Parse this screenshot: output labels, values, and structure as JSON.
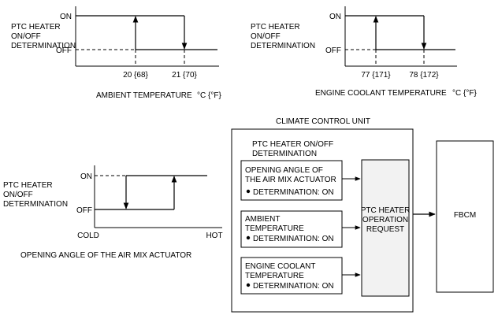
{
  "graph_ambient": {
    "ylabel": [
      "PTC HEATER",
      "ON/OFF",
      "DETERMINATION"
    ],
    "on": "ON",
    "off": "OFF",
    "tick_on": "20 {68}",
    "tick_off": "21 {70}",
    "xlabel": "AMBIENT TEMPERATURE",
    "unit": "°C {°F}"
  },
  "graph_coolant": {
    "ylabel": [
      "PTC HEATER",
      "ON/OFF",
      "DETERMINATION"
    ],
    "on": "ON",
    "off": "OFF",
    "tick_on": "77 {171}",
    "tick_off": "78 {172}",
    "xlabel": "ENGINE COOLANT TEMPERATURE",
    "unit": "°C {°F}"
  },
  "graph_mix": {
    "ylabel": [
      "PTC HEATER",
      "ON/OFF",
      "DETERMINATION"
    ],
    "on": "ON",
    "off": "OFF",
    "x_min": "COLD",
    "x_max": "HOT",
    "xlabel": "OPENING ANGLE OF THE AIR MIX ACTUATOR"
  },
  "ccu": {
    "title": "CLIMATE CONTROL UNIT",
    "section_title": [
      "PTC HEATER ON/OFF",
      "DETERMINATION"
    ],
    "inputs": [
      {
        "lines": [
          "OPENING ANGLE OF",
          "THE AIR MIX ACTUATOR"
        ],
        "det": "DETERMINATION: ON"
      },
      {
        "lines": [
          "AMBIENT",
          "TEMPERATURE"
        ],
        "det": "DETERMINATION: ON"
      },
      {
        "lines": [
          "ENGINE COOLANT",
          "TEMPERATURE"
        ],
        "det": "DETERMINATION: ON"
      }
    ],
    "request": [
      "PTC HEATER",
      "OPERATION",
      "REQUEST"
    ]
  },
  "fbcm": {
    "label": "FBCM"
  }
}
